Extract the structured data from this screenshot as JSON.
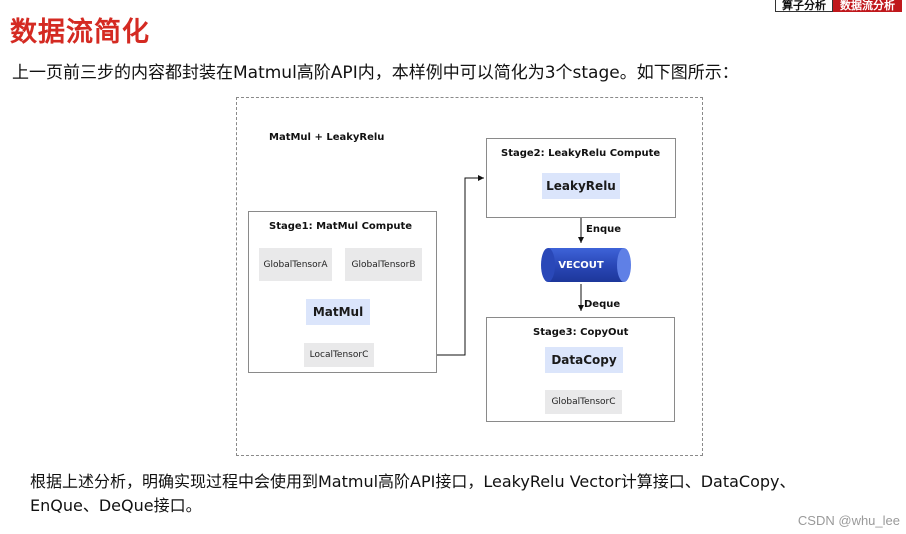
{
  "slide": {
    "title": "数据流简化",
    "intro": "上一页前三步的内容都封装在Matmul高阶API内，本样例中可以简化为3个stage。如下图所示：",
    "summary_line1": "根据上述分析，明确实现过程中会使用到Matmul高阶API接口，LeakyRelu Vector计算接口、DataCopy、",
    "summary_line2": "EnQue、DeQue接口。",
    "watermark": "CSDN @whu_lee"
  },
  "top_tabs": [
    {
      "label": "算子分析",
      "active": false
    },
    {
      "label": "数据流分析",
      "active": true
    }
  ],
  "diagram": {
    "caption": "MatMul + LeakyRelu",
    "stage1": {
      "title": "Stage1: MatMul Compute",
      "input_a": "GlobalTensorA",
      "input_b": "GlobalTensorB",
      "op": "MatMul",
      "output": "LocalTensorC"
    },
    "stage2": {
      "title": "Stage2: LeakyRelu Compute",
      "op": "LeakyRelu"
    },
    "queue": {
      "name": "VECOUT",
      "enque_label": "Enque",
      "deque_label": "Deque"
    },
    "stage3": {
      "title": "Stage3: CopyOut",
      "op": "DataCopy",
      "output": "GlobalTensorC"
    },
    "colors": {
      "op_fill": "#dbe5fb",
      "tensor_fill": "#e9e9ea",
      "queue_fill": "#2f51c4",
      "border": "#8a8a8a"
    }
  }
}
